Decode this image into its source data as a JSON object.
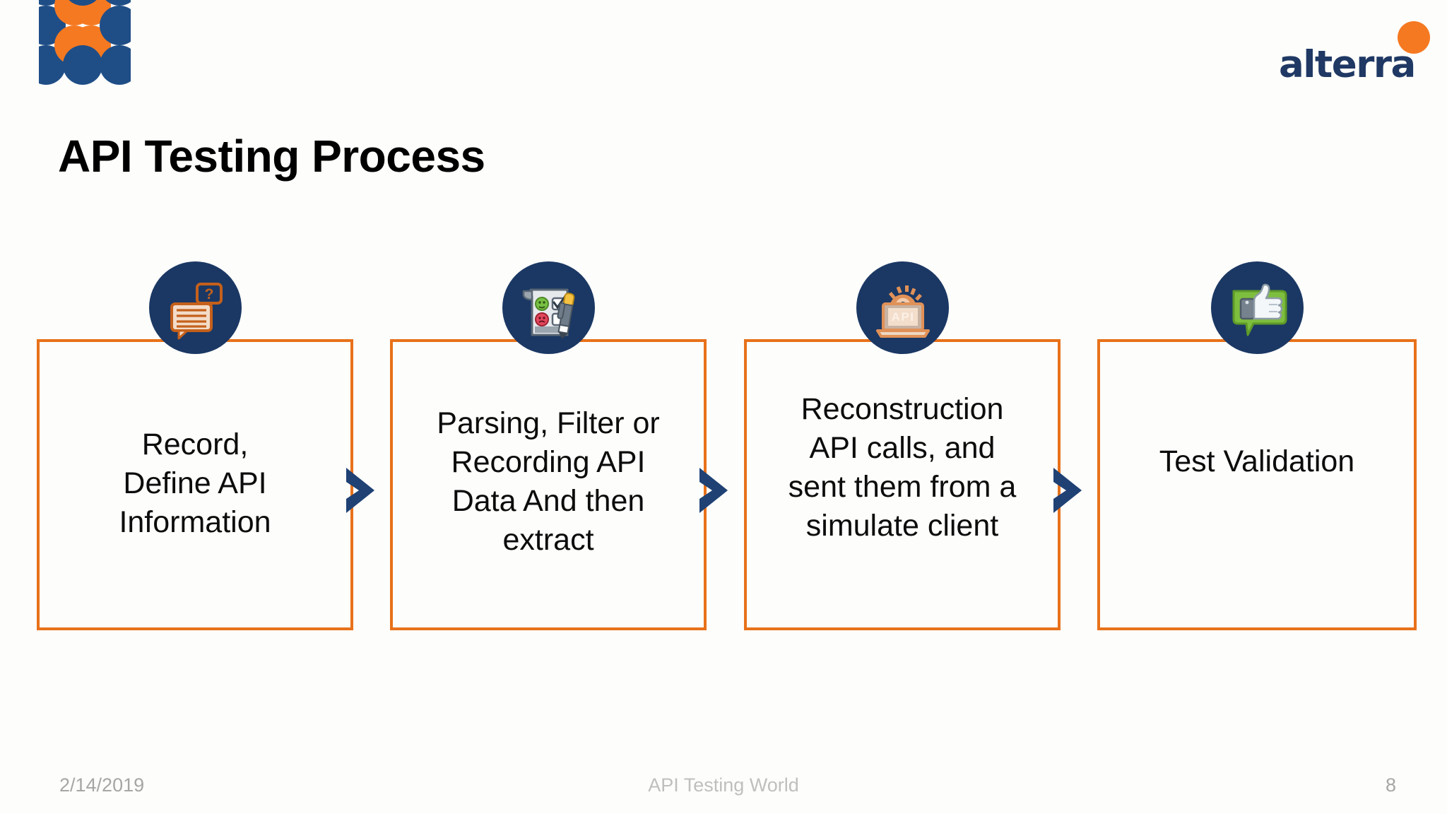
{
  "slide": {
    "title": "API Testing Process",
    "background_color": "#FFFFFF"
  },
  "brand": {
    "logo_name": "alterra-pattern-logo",
    "wordmark": "alterra",
    "navy": "#1F3864",
    "orange": "#F57921"
  },
  "colors": {
    "box_border": "#E8711A",
    "circle_fill": "#1B3864",
    "arrow_fill": "#1F4174",
    "title_text": "#000000",
    "footer_text": "#A6A6A6"
  },
  "process": {
    "steps": [
      {
        "id": 1,
        "label": "Record,\nDefine API\nInformation",
        "icon": "chat-bubbles-question-icon"
      },
      {
        "id": 2,
        "label": "Parsing, Filter or\nRecording API\nData And then\nextract",
        "icon": "survey-checklist-pen-icon"
      },
      {
        "id": 3,
        "label": "Reconstruction\nAPI calls, and\nsent them from a\nsimulate client",
        "icon": "laptop-api-gear-icon"
      },
      {
        "id": 4,
        "label": "Test Validation",
        "icon": "thumbs-up-speech-bubble-icon"
      }
    ],
    "connector_icon": "chevron-right-icon",
    "connector_count": 3,
    "screen_text_on_icon3": "API"
  },
  "footer": {
    "date": "2/14/2019",
    "center": "API Testing World",
    "page_number": "8"
  }
}
